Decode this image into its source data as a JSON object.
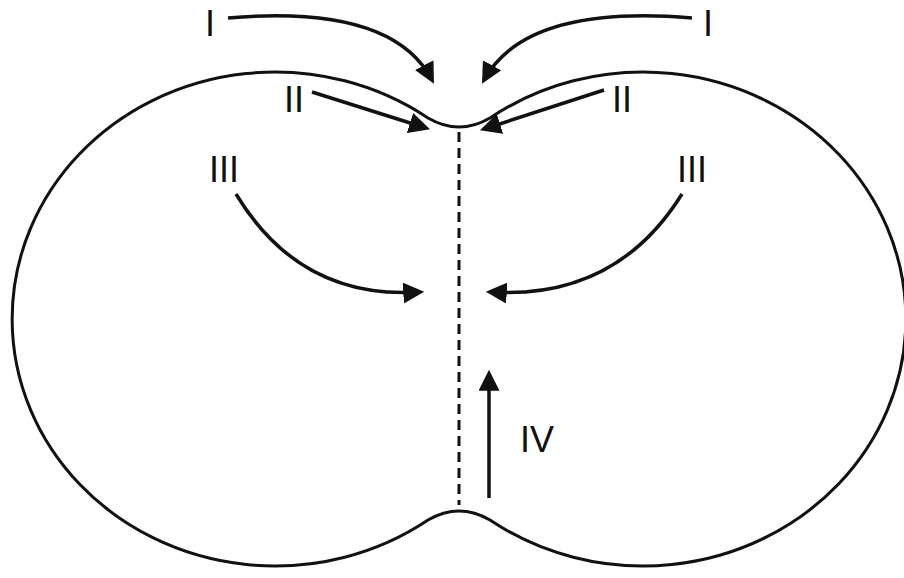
{
  "diagram": {
    "labels": [
      "I",
      "I",
      "II",
      "II",
      "III",
      "III",
      "IV"
    ]
  }
}
